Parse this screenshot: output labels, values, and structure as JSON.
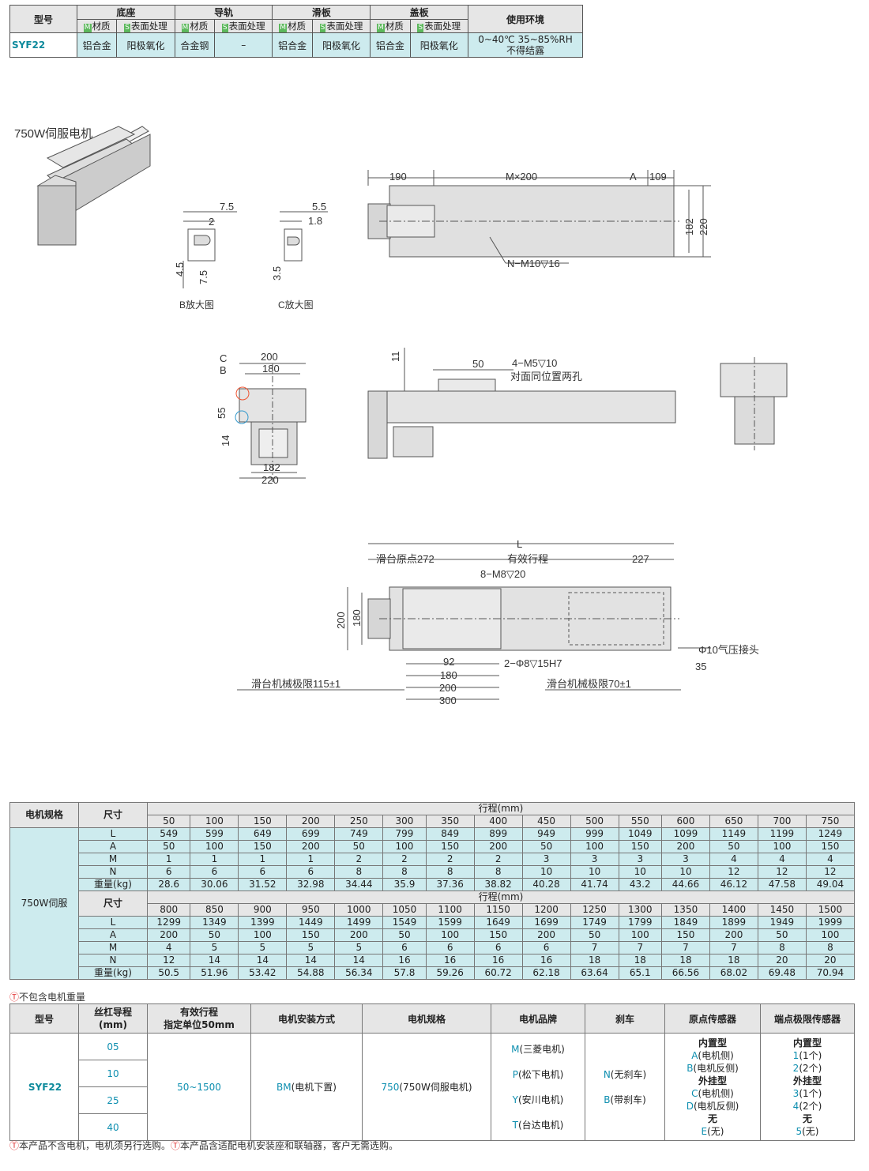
{
  "spec_table": {
    "model_header": "型号",
    "groups": [
      "底座",
      "导轨",
      "滑板",
      "盖板"
    ],
    "env_header": "使用环境",
    "sub_m": "材质",
    "sub_s": "表面处理",
    "m_tag": "M",
    "s_tag": "S",
    "model": "SYF22",
    "values": [
      "铝合金",
      "阳极氧化",
      "合金钢",
      "–",
      "铝合金",
      "阳极氧化",
      "铝合金",
      "阳极氧化"
    ],
    "env_line1": "0~40℃  35~85%RH",
    "env_line2": "不得结露"
  },
  "drawings": {
    "motor_title": "750W伺服电机",
    "b_zoom": "B放大图",
    "c_zoom": "C放大图",
    "b_dims": [
      "7.5",
      "2",
      "4.5",
      "7.5"
    ],
    "c_dims": [
      "5.5",
      "1.8",
      "3.5"
    ],
    "top_dims": [
      "190",
      "M×200",
      "A",
      "109",
      "182",
      "220",
      "N−M10▽16"
    ],
    "front_dims": [
      "C",
      "B",
      "200",
      "180",
      "55",
      "14",
      "182",
      "220"
    ],
    "side_dims": [
      "11",
      "50",
      "4−M5▽10",
      "对面同位置两孔"
    ],
    "bottom_dims": [
      "L",
      "滑台原点272",
      "有效行程",
      "227",
      "8−M8▽20",
      "200",
      "180",
      "Φ10气压接头",
      "35",
      "2−Φ8▽15H7",
      "92",
      "180",
      "200",
      "300",
      "滑台机械极限115±1",
      "滑台机械极限70±1"
    ]
  },
  "data_table": {
    "motor_spec_header": "电机规格",
    "size_header": "尺寸",
    "stroke_header": "行程(mm)",
    "motor_label": "750W伺服",
    "row_labels": [
      "L",
      "A",
      "M",
      "N",
      "重量(kg)"
    ],
    "block1": {
      "strokes": [
        "50",
        "100",
        "150",
        "200",
        "250",
        "300",
        "350",
        "400",
        "450",
        "500",
        "550",
        "600",
        "650",
        "700",
        "750"
      ],
      "L": [
        "549",
        "599",
        "649",
        "699",
        "749",
        "799",
        "849",
        "899",
        "949",
        "999",
        "1049",
        "1099",
        "1149",
        "1199",
        "1249"
      ],
      "A": [
        "50",
        "100",
        "150",
        "200",
        "50",
        "100",
        "150",
        "200",
        "50",
        "100",
        "150",
        "200",
        "50",
        "100",
        "150"
      ],
      "M": [
        "1",
        "1",
        "1",
        "1",
        "2",
        "2",
        "2",
        "2",
        "3",
        "3",
        "3",
        "3",
        "4",
        "4",
        "4"
      ],
      "N": [
        "6",
        "6",
        "6",
        "6",
        "8",
        "8",
        "8",
        "8",
        "10",
        "10",
        "10",
        "10",
        "12",
        "12",
        "12"
      ],
      "W": [
        "28.6",
        "30.06",
        "31.52",
        "32.98",
        "34.44",
        "35.9",
        "37.36",
        "38.82",
        "40.28",
        "41.74",
        "43.2",
        "44.66",
        "46.12",
        "47.58",
        "49.04"
      ]
    },
    "block2": {
      "strokes": [
        "800",
        "850",
        "900",
        "950",
        "1000",
        "1050",
        "1100",
        "1150",
        "1200",
        "1250",
        "1300",
        "1350",
        "1400",
        "1450",
        "1500"
      ],
      "L": [
        "1299",
        "1349",
        "1399",
        "1449",
        "1499",
        "1549",
        "1599",
        "1649",
        "1699",
        "1749",
        "1799",
        "1849",
        "1899",
        "1949",
        "1999"
      ],
      "A": [
        "200",
        "50",
        "100",
        "150",
        "200",
        "50",
        "100",
        "150",
        "200",
        "50",
        "100",
        "150",
        "200",
        "50",
        "100"
      ],
      "M": [
        "4",
        "5",
        "5",
        "5",
        "5",
        "6",
        "6",
        "6",
        "6",
        "7",
        "7",
        "7",
        "7",
        "8",
        "8"
      ],
      "N": [
        "12",
        "14",
        "14",
        "14",
        "14",
        "16",
        "16",
        "16",
        "16",
        "18",
        "18",
        "18",
        "18",
        "20",
        "20"
      ],
      "W": [
        "50.5",
        "51.96",
        "53.42",
        "54.88",
        "56.34",
        "57.8",
        "59.26",
        "60.72",
        "62.18",
        "63.64",
        "65.1",
        "66.56",
        "68.02",
        "69.48",
        "70.94"
      ]
    },
    "note_symbol": "T",
    "note": "不包含电机重量"
  },
  "order_table": {
    "headers": [
      "型号",
      "丝杠导程\n(mm)",
      "有效行程\n指定单位50mm",
      "电机安装方式",
      "电机规格",
      "电机品牌",
      "刹车",
      "原点传感器",
      "端点极限传感器"
    ],
    "model": "SYF22",
    "leads": [
      "05",
      "10",
      "25",
      "40"
    ],
    "stroke": "50~1500",
    "mount_code": "BM",
    "mount_text": "(电机下置)",
    "spec_code": "750",
    "spec_text": "(750W伺服电机)",
    "brands": [
      {
        "code": "M",
        "text": "(三菱电机)"
      },
      {
        "code": "P",
        "text": "(松下电机)"
      },
      {
        "code": "Y",
        "text": "(安川电机)"
      },
      {
        "code": "T",
        "text": "(台达电机)"
      }
    ],
    "brakes": [
      {
        "code": "N",
        "text": "(无刹车)"
      },
      {
        "code": "B",
        "text": "(带刹车)"
      }
    ],
    "origin": {
      "internal": "内置型",
      "a": {
        "code": "A",
        "text": "(电机侧)"
      },
      "b": {
        "code": "B",
        "text": "(电机反侧)"
      },
      "external": "外挂型",
      "c": {
        "code": "C",
        "text": "(电机侧)"
      },
      "d": {
        "code": "D",
        "text": "(电机反侧)"
      },
      "none": "无",
      "e": {
        "code": "E",
        "text": "(无)"
      }
    },
    "limit": {
      "internal": "内置型",
      "one": {
        "code": "1",
        "text": "(1个)"
      },
      "two": {
        "code": "2",
        "text": "(2个)"
      },
      "external": "外挂型",
      "three": {
        "code": "3",
        "text": "(1个)"
      },
      "four": {
        "code": "4",
        "text": "(2个)"
      },
      "none": "无",
      "five": {
        "code": "5",
        "text": "(无)"
      }
    }
  },
  "footer_note_1": "本产品不含电机，电机须另行选购。",
  "footer_note_2": "本产品含适配电机安装座和联轴器，客户无需选购。"
}
